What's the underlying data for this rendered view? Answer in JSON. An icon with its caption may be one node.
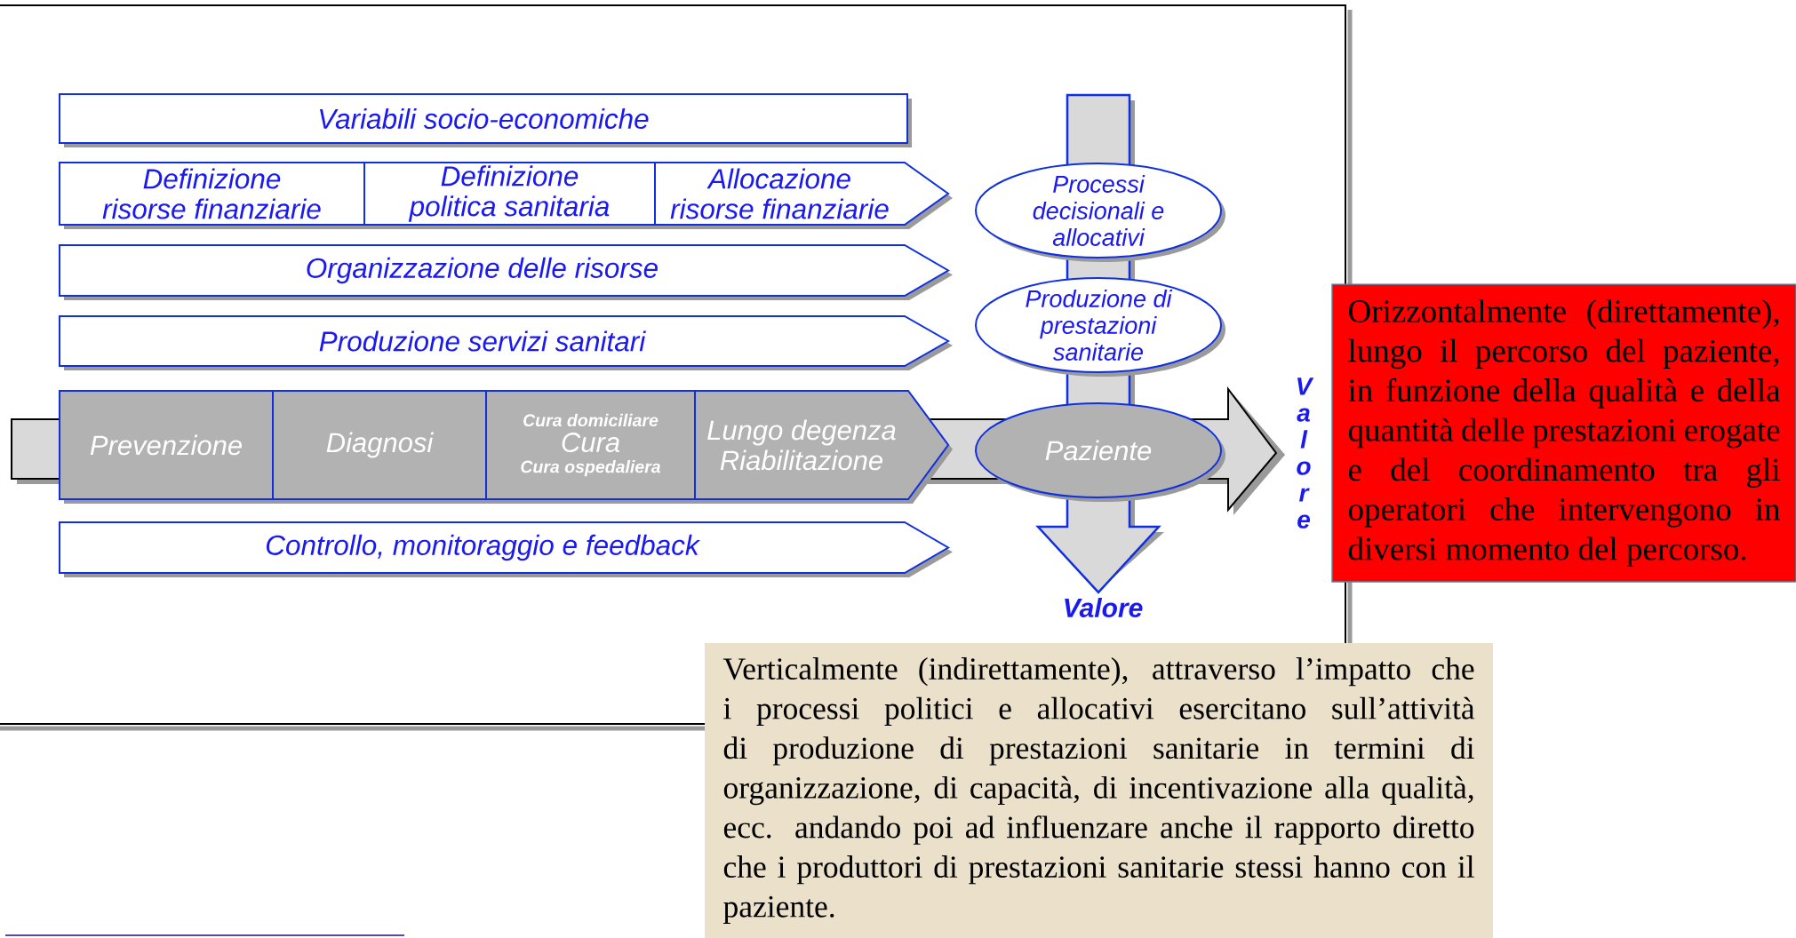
{
  "diagram": {
    "nodes": [
      {
        "text": [
          "Variabili socio-economiche"
        ]
      },
      {
        "text": [
          "Definizione risorse finanziarie"
        ]
      },
      {
        "text": [
          "Definizione politica sanitaria"
        ]
      },
      {
        "text": [
          "Allocazione risorse finanziarie"
        ]
      },
      {
        "text": [
          "Organizzazione delle risorse"
        ]
      },
      {
        "text": [
          "Produzione servizi sanitari"
        ]
      },
      {
        "text": [
          "Prevenzione"
        ]
      },
      {
        "text": [
          "Diagnosi"
        ]
      },
      {
        "text": [
          "Cura domiciliare",
          "Cura",
          "Cura ospedaliera"
        ]
      },
      {
        "text": [
          "Lungo degenza Riabilitazione"
        ]
      },
      {
        "text": [
          "Controllo, monitoraggio e feedback"
        ]
      },
      {
        "text": [
          "Processi decisionali e allocativi"
        ]
      },
      {
        "text": [
          "Produzione di prestazioni sanitarie"
        ]
      },
      {
        "text": [
          "Paziente"
        ]
      },
      {
        "text": [
          "Orizzontalmente (direttamente), lungo il percorso del paziente, in funzione della qualità e della quantità delle prestazioni erogate e del coordinamento tra gli operatori che intervengono in diversi momento del percorso."
        ]
      },
      {
        "text": [
          "Verticalmente (indirettamente), attraverso l’impatto che i processi politici e allocativi esercitano sull’attività di produzione di prestazioni sanitarie in termini di organizzazione, di capacità, di incentivazione alla qualità, ecc. andando poi ad influenzare anche il rapporto diretto che i produttori di prestazioni sanitarie stessi hanno con il paziente."
        ]
      },
      {
        "text": [
          "Valore"
        ]
      },
      {
        "text": [
          "Valore"
        ]
      }
    ],
    "edges": [
      {
        "from": null,
        "to": 16,
        "arrow": "to"
      },
      {
        "from": null,
        "to": 17,
        "arrow": "to"
      }
    ]
  }
}
